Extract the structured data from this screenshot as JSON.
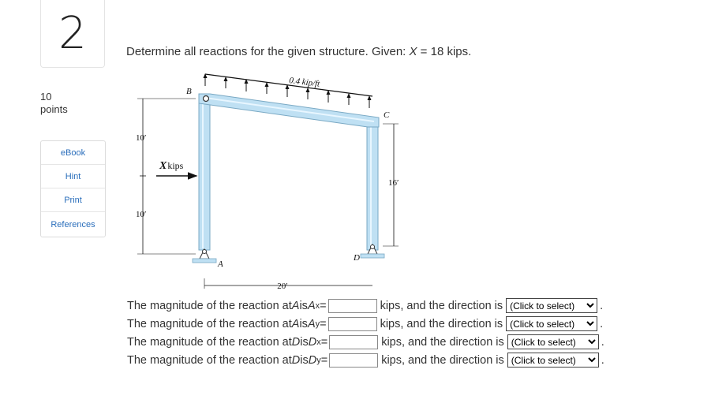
{
  "question": {
    "number": "2",
    "points_value": "10",
    "points_label": "points"
  },
  "tools": [
    {
      "name": "tool-ebook",
      "label": "eBook"
    },
    {
      "name": "tool-hint",
      "label": "Hint"
    },
    {
      "name": "tool-print",
      "label": "Print"
    },
    {
      "name": "tool-references",
      "label": "References"
    }
  ],
  "prompt": {
    "pre": "Determine all reactions for the given structure. Given: ",
    "var": "X",
    "post": " = 18 kips."
  },
  "diagram": {
    "load_label": "0.4 kip/ft",
    "label_B": "B",
    "label_C": "C",
    "label_A": "A",
    "label_D": "D",
    "dim_left_top": "10′",
    "dim_left_bottom": "10′",
    "dim_right": "16′",
    "dim_bottom": "20′",
    "force_var": "X",
    "force_unit": "kips"
  },
  "rows": [
    {
      "pre": "The magnitude of the reaction at ",
      "pt": "A",
      "mid": " is ",
      "sym": "A",
      "sub": "x",
      "value": "",
      "unit": "kips, and the direction is",
      "select": "(Click to select)"
    },
    {
      "pre": "The magnitude of the reaction at ",
      "pt": "A",
      "mid": " is ",
      "sym": "A",
      "sub": "y",
      "value": "",
      "unit": "kips, and the direction is",
      "select": "(Click to select)"
    },
    {
      "pre": "The magnitude of the reaction at ",
      "pt": "D",
      "mid": " is ",
      "sym": "D",
      "sub": "x",
      "value": "",
      "unit": "kips, and the direction is",
      "select": "(Click to select)"
    },
    {
      "pre": "The magnitude of the reaction at ",
      "pt": "D",
      "mid": " is ",
      "sym": "D",
      "sub": "y",
      "value": "",
      "unit": "kips, and the direction is",
      "select": "(Click to select)"
    }
  ],
  "row_end": "."
}
